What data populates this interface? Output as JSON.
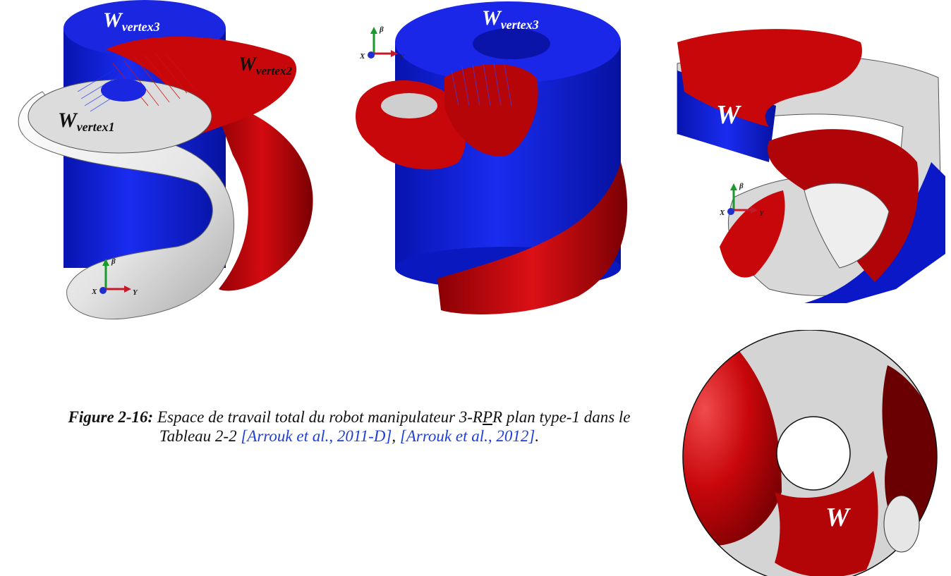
{
  "panels": {
    "p1": {
      "label_v3_main": "W",
      "label_v3_sub": "vertex3",
      "label_v2_main": "W",
      "label_v2_sub": "vertex2",
      "label_v1_main": "W",
      "label_v1_sub": "vertex1"
    },
    "p2": {
      "label_v3_main": "W",
      "label_v3_sub": "vertex3"
    },
    "p3": {
      "label_w": "W"
    },
    "p4": {
      "label_w": "W"
    }
  },
  "axes": {
    "beta": "β",
    "x": "X",
    "y": "Y"
  },
  "caption": {
    "figure_label": "Figure 2-16:",
    "text_before": " Espace de travail total du robot manipulateur 3-R",
    "underlined": "P",
    "text_after": "R plan type-1 dans le Tableau 2-2 ",
    "cite1": "[Arrouk et al., 2011-D]",
    "sep": ", ",
    "cite2": "[Arrouk et al., 2012]",
    "end": "."
  },
  "colors": {
    "blue": "#0a19d8",
    "red": "#c8070b",
    "white": "#ececec",
    "dark_red": "#7a0003"
  }
}
